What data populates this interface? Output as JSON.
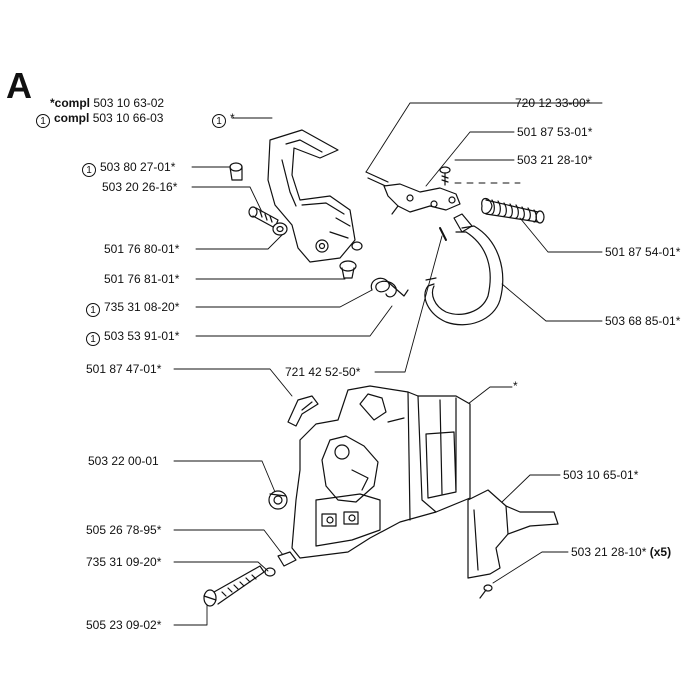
{
  "section_letter": "A",
  "kits": [
    {
      "prefix": "*",
      "word": "compl",
      "number": "503 10 63-02",
      "circled": ""
    },
    {
      "prefix": "",
      "word": "compl",
      "number": "503 10 66-03",
      "circled": "1"
    }
  ],
  "callouts": [
    {
      "id": "c1",
      "circled": "1",
      "text": "*",
      "bold": ""
    },
    {
      "id": "c2",
      "circled": "1",
      "text": "503 80 27-01*",
      "bold": ""
    },
    {
      "id": "c3",
      "circled": "",
      "text": "503 20 26-16*",
      "bold": ""
    },
    {
      "id": "c4",
      "circled": "",
      "text": "501 76 80-01*",
      "bold": ""
    },
    {
      "id": "c5",
      "circled": "",
      "text": "501 76 81-01*",
      "bold": ""
    },
    {
      "id": "c6",
      "circled": "1",
      "text": "735 31 08-20*",
      "bold": ""
    },
    {
      "id": "c7",
      "circled": "1",
      "text": "503 53 91-01*",
      "bold": ""
    },
    {
      "id": "c8",
      "circled": "",
      "text": "721 42 52-50*",
      "bold": ""
    },
    {
      "id": "c9",
      "circled": "",
      "text": "720 12 33-00*",
      "bold": ""
    },
    {
      "id": "c10",
      "circled": "",
      "text": "501 87 53-01*",
      "bold": ""
    },
    {
      "id": "c11",
      "circled": "",
      "text": "503 21 28-10*",
      "bold": ""
    },
    {
      "id": "c12",
      "circled": "",
      "text": "501 87 54-01*",
      "bold": ""
    },
    {
      "id": "c13",
      "circled": "",
      "text": "503 68 85-01*",
      "bold": ""
    },
    {
      "id": "c14",
      "circled": "",
      "text": "*",
      "bold": ""
    },
    {
      "id": "c15",
      "circled": "",
      "text": "501 87 47-01*",
      "bold": ""
    },
    {
      "id": "c16",
      "circled": "",
      "text": "503 22 00-01",
      "bold": ""
    },
    {
      "id": "c17",
      "circled": "",
      "text": "503 10 65-01*",
      "bold": ""
    },
    {
      "id": "c18",
      "circled": "",
      "text": "505 26 78-95*",
      "bold": ""
    },
    {
      "id": "c19",
      "circled": "",
      "text": "735 31 09-20*",
      "bold": ""
    },
    {
      "id": "c20",
      "circled": "",
      "text": "503 21 28-10*",
      "bold": "(x5)"
    },
    {
      "id": "c21",
      "circled": "",
      "text": "505 23 09-02*",
      "bold": ""
    }
  ]
}
